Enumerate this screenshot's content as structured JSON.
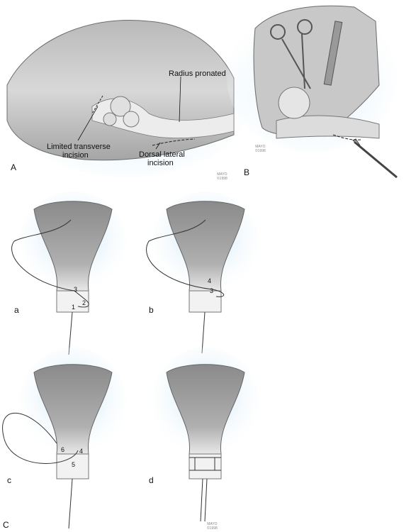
{
  "panel_A": {
    "letter": "A",
    "labels": {
      "radius": "Radius pronated",
      "limited_line1": "Limited transverse",
      "limited_line2": "incision",
      "dorsal_line1": "Dorsal lateral",
      "dorsal_line2": "incision"
    },
    "watermark_line1": "MAYO",
    "watermark_line2": "©1998"
  },
  "panel_B": {
    "letter": "B",
    "watermark_line1": "MAYO",
    "watermark_line2": "©1998"
  },
  "panel_C": {
    "letter": "C",
    "sub": {
      "a": {
        "letter": "a",
        "numbers": [
          "3",
          "2",
          "1"
        ]
      },
      "b": {
        "letter": "b",
        "numbers": [
          "4",
          "3"
        ]
      },
      "c": {
        "letter": "c",
        "numbers": [
          "6",
          "4",
          "5"
        ]
      },
      "d": {
        "letter": "d",
        "numbers": []
      }
    },
    "watermark_line1": "MAYO",
    "watermark_line2": "©1998"
  }
}
